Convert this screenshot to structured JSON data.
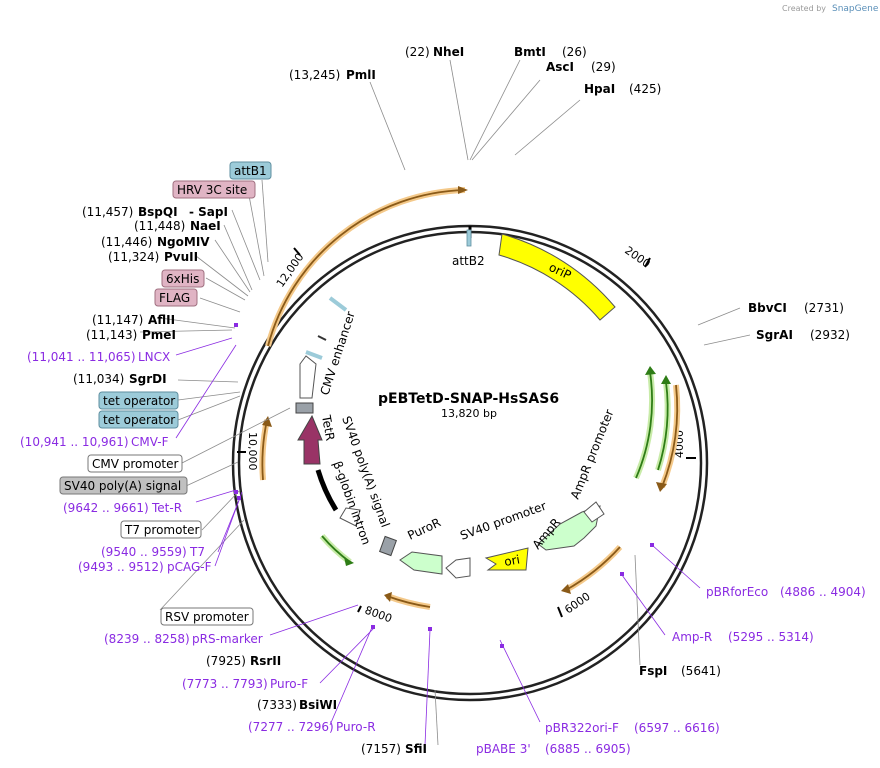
{
  "credit": "Created by",
  "brand": "SnapGene",
  "plasmid": {
    "name": "pEBTetD-SNAP-HsSAS6",
    "size": "13,820 bp"
  },
  "ticks": [
    "2000",
    "4000",
    "6000",
    "8000",
    "10,000",
    "12,000"
  ],
  "features": {
    "orip": "oriP",
    "attb2": "attB2",
    "ampr_promoter": "AmpR promoter",
    "ampr": "AmpR",
    "ori": "ori",
    "sv40_promoter": "SV40 promoter",
    "puror": "PuroR",
    "beta_globin": "β-globin intron",
    "sv40_polya": "SV40 poly(A) signal",
    "tetr": "TetR",
    "cmv_enhancer": "CMV enhancer"
  },
  "sites_top": [
    {
      "pos": "(22)",
      "name": "NheI"
    },
    {
      "pos": "(13,245)",
      "name": "PmlI"
    },
    {
      "pos": "(26)",
      "name": "BmtI"
    },
    {
      "pos": "(29)",
      "name": "AscI"
    },
    {
      "pos": "(425)",
      "name": "HpaI"
    }
  ],
  "sites_right": [
    {
      "name": "BbvCI",
      "pos": "(2731)"
    },
    {
      "name": "SgrAI",
      "pos": "(2932)"
    },
    {
      "name": "pBRforEco",
      "pos": "(4886 .. 4904)"
    },
    {
      "name": "Amp-R",
      "pos": "(5295 .. 5314)"
    },
    {
      "name": "FspI",
      "pos": "(5641)"
    }
  ],
  "sites_bottom": [
    {
      "name": "pBR322ori-F",
      "pos": "(6597 .. 6616)"
    },
    {
      "name": "pBABE 3'",
      "pos": "(6885 .. 6905)"
    },
    {
      "pos": "(7157)",
      "name": "SfiI"
    },
    {
      "pos": "(7277 .. 7296)",
      "name": "Puro-R"
    },
    {
      "pos": "(7333)",
      "name": "BsiWI"
    },
    {
      "pos": "(7773 .. 7793)",
      "name": "Puro-F"
    },
    {
      "pos": "(7925)",
      "name": "RsrII"
    },
    {
      "pos": "(8239 .. 8258)",
      "name": "pRS-marker"
    },
    {
      "name": "RSV promoter"
    }
  ],
  "sites_left": [
    {
      "pos": "(9493 .. 9512)",
      "name": "pCAG-F"
    },
    {
      "pos": "(9540 .. 9559)",
      "name": "T7"
    },
    {
      "name": "T7 promoter"
    },
    {
      "pos": "(9642 .. 9661)",
      "name": "Tet-R"
    },
    {
      "name": "SV40 poly(A) signal"
    },
    {
      "name": "CMV promoter"
    },
    {
      "pos": "(10,941 .. 10,961)",
      "name": "CMV-F"
    },
    {
      "name": "tet operator"
    },
    {
      "name": "tet operator"
    },
    {
      "pos": "(11,034)",
      "name": "SgrDI"
    },
    {
      "pos": "(11,041 .. 11,065)",
      "name": "LNCX"
    },
    {
      "pos": "(11,143)",
      "name": "PmeI"
    },
    {
      "pos": "(11,147)",
      "name": "AflII"
    },
    {
      "name": "FLAG"
    },
    {
      "name": "6xHis"
    },
    {
      "pos": "(11,324)",
      "name": "PvuII"
    },
    {
      "pos": "(11,446)",
      "name": "NgoMIV"
    },
    {
      "pos": "(11,448)",
      "name": "NaeI"
    },
    {
      "pos": "(11,457)",
      "name": "BspQI",
      "extra": "- SapI"
    },
    {
      "name": "HRV 3C site"
    },
    {
      "name": "attB1"
    }
  ],
  "colors": {
    "orip": "#ffff00",
    "ampr": "#ccffcc",
    "ori": "#ffff00",
    "tetr": "#993366",
    "attb": "#9ccbd9",
    "tag": "#e0b4c4",
    "primer": "#8a2be2",
    "orf_orange": "#e8a04a",
    "orf_green": "#66aa33"
  }
}
